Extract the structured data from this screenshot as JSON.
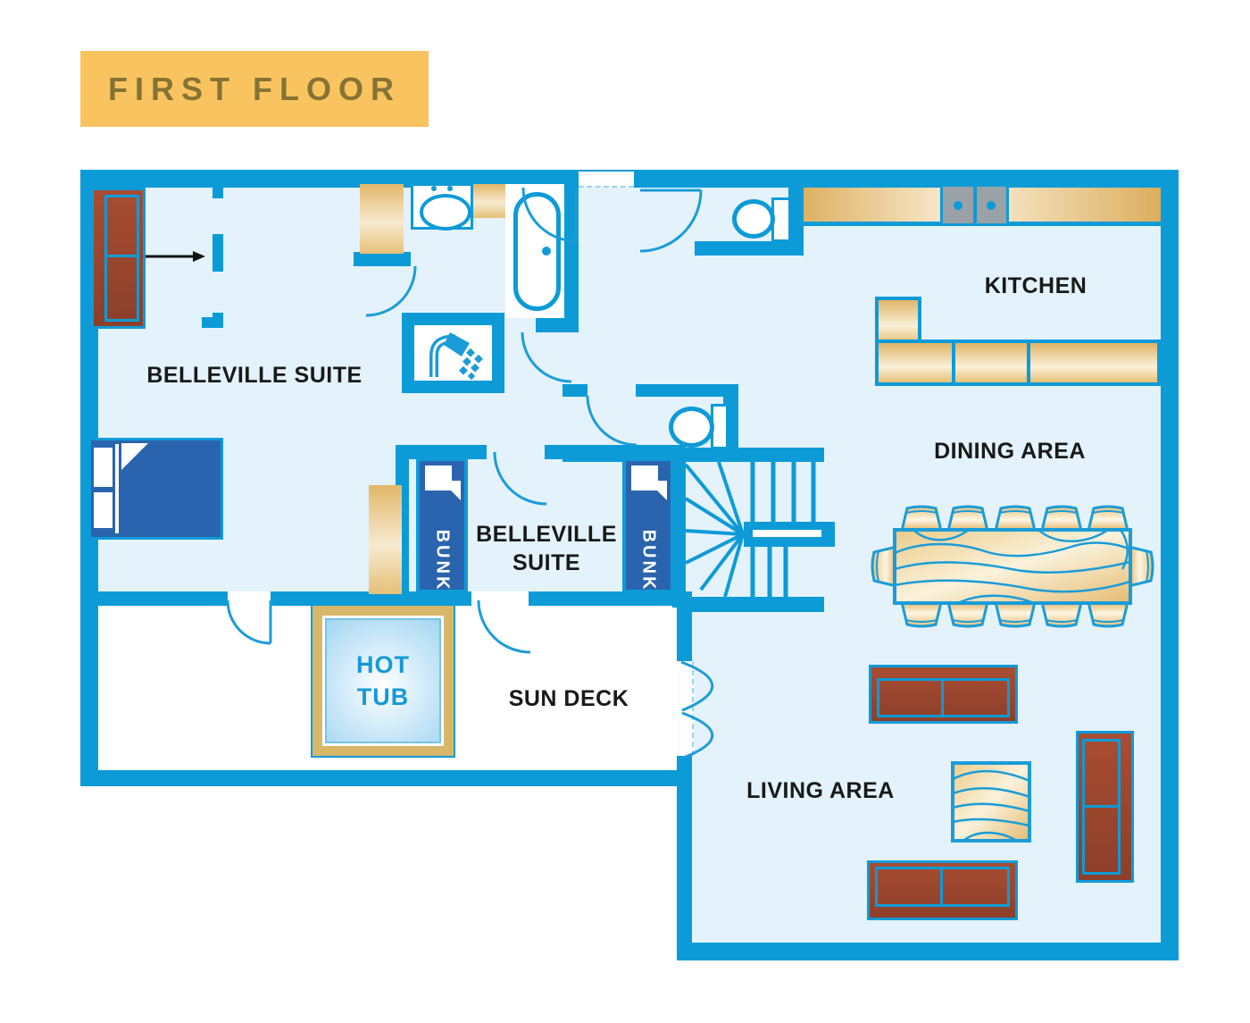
{
  "title_badge": {
    "label": "FIRST FLOOR"
  },
  "rooms": {
    "belleville_suite_left": "BELLEVILLE SUITE",
    "belleville_suite_center_line1": "BELLEVILLE",
    "belleville_suite_center_line2": "SUITE",
    "kitchen": "KITCHEN",
    "dining_area": "DINING AREA",
    "living_area": "LIVING AREA",
    "sun_deck": "SUN DECK",
    "hot_tub_line1": "HOT",
    "hot_tub_line2": "TUB",
    "bunk_left": "BUNK",
    "bunk_right": "BUNK"
  },
  "icons": {
    "shower": "shower-icon",
    "toilet": "toilet-icon",
    "bathtub": "bathtub-icon",
    "sink": "sink-icon",
    "entry_arrow": "entry-arrow-icon",
    "stairs": "stairs-icon",
    "double_doors": "double-door-icon"
  },
  "colors": {
    "wall": "#0d9bd8",
    "floor": "#e4f2fb",
    "furniture_blue": "#2a64ae",
    "sofa_red": "#a84d33",
    "wood_tan": "#e5bc72",
    "badge_bg": "#f9c45f",
    "badge_text": "#857335",
    "hot_frame": "#d9b76a",
    "hot_text": "#1599d6",
    "label_text": "#191919"
  }
}
